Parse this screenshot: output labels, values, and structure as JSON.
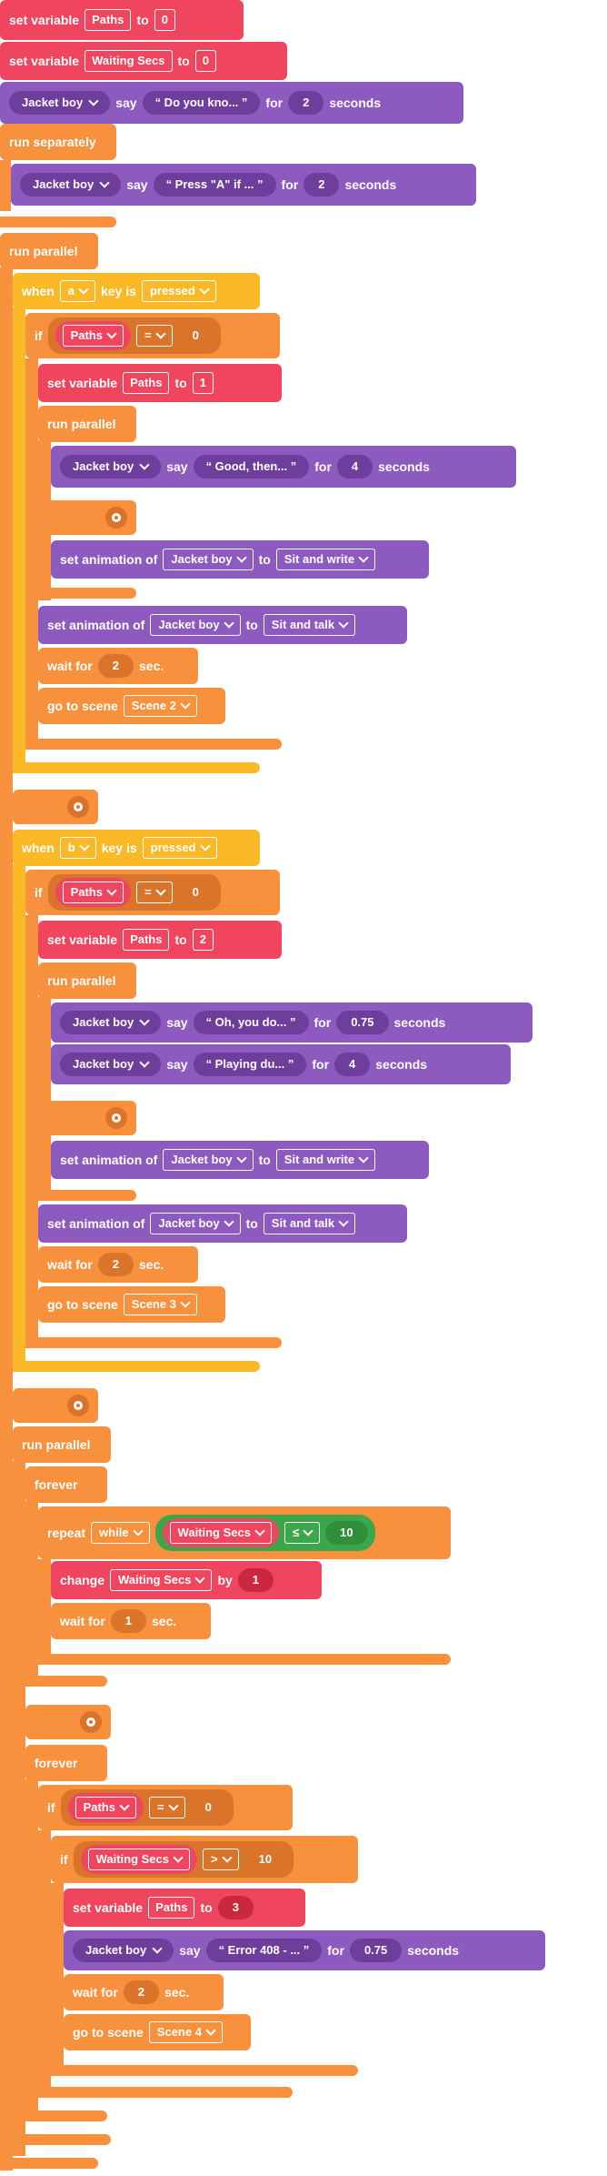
{
  "labels": {
    "set_variable": "set variable",
    "to": "to",
    "say": "say",
    "for": "for",
    "seconds": "seconds",
    "run_separately": "run separately",
    "run_parallel": "run parallel",
    "when": "when",
    "key_is": "key is",
    "if": "if",
    "set_animation_of": "set animation of",
    "wait_for": "wait for",
    "sec": "sec.",
    "go_to_scene": "go to scene",
    "forever": "forever",
    "repeat": "repeat",
    "change": "change",
    "by": "by"
  },
  "common": {
    "paths": "Paths",
    "waiting_secs": "Waiting Secs",
    "jacket_boy": "Jacket boy",
    "pressed": "pressed",
    "eq": "=",
    "lte": "≤",
    "gt": ">",
    "while": "while",
    "sit_and_write": "Sit and write",
    "sit_and_talk": "Sit and talk"
  },
  "top": {
    "paths_value": "0",
    "waiting_value": "0",
    "say1_text": "“ Do you kno... ”",
    "say1_secs": "2",
    "say2_text": "“ Press \"A\" if ... ”",
    "say2_secs": "2"
  },
  "branch_a": {
    "key": "a",
    "cmp_value": "0",
    "set_value": "1",
    "say_text": "“ Good, then... ”",
    "say_secs": "4",
    "wait": "2",
    "scene": "Scene 2"
  },
  "branch_b": {
    "key": "b",
    "cmp_value": "0",
    "set_value": "2",
    "say1_text": "“ Oh, you do... ”",
    "say1_secs": "0.75",
    "say2_text": "“ Playing du... ”",
    "say2_secs": "4",
    "wait": "2",
    "scene": "Scene 3"
  },
  "timer": {
    "limit": "10",
    "change_by": "1",
    "wait": "1"
  },
  "timeout": {
    "cmp_value": "0",
    "limit": "10",
    "set_value": "3",
    "say_text": "“ Error 408 - ... ”",
    "say_secs": "0.75",
    "wait": "2",
    "scene": "Scene 4"
  },
  "colors": {
    "variables": "#f0455e",
    "looks": "#8d5abf",
    "control": "#f7913d",
    "events": "#fbb927",
    "operators": "#3aa84a"
  }
}
